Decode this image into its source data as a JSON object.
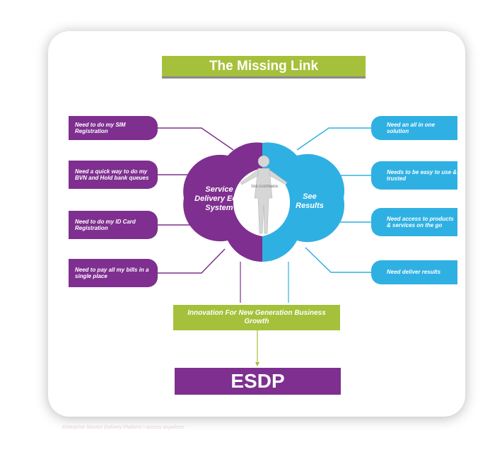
{
  "title": "The Missing Link",
  "left_items": [
    "Need to do my SIM Registration",
    "Need a quick way to do my BVN and Hold bank queues",
    "Need to do my ID Card Registration",
    "Need to pay all my bills in a single place"
  ],
  "right_items": [
    "Need an all in one solution",
    "Needs to be easy to use & trusted",
    "Need access to products & services on the go",
    "Need deliver results"
  ],
  "left_circle_label": "Service Delivery Eco-System",
  "right_circle_label": "See Results",
  "center_figure_label": "THE CUSTOMER",
  "innovation_label": "Innovation For New Generation Business Growth",
  "result_label": "ESDP",
  "footnote": "Enterprise Service Delivery Platform • access anywhere",
  "colors": {
    "purple": "#7e2f8f",
    "blue": "#2fb0e3",
    "green": "#a5c03a"
  }
}
